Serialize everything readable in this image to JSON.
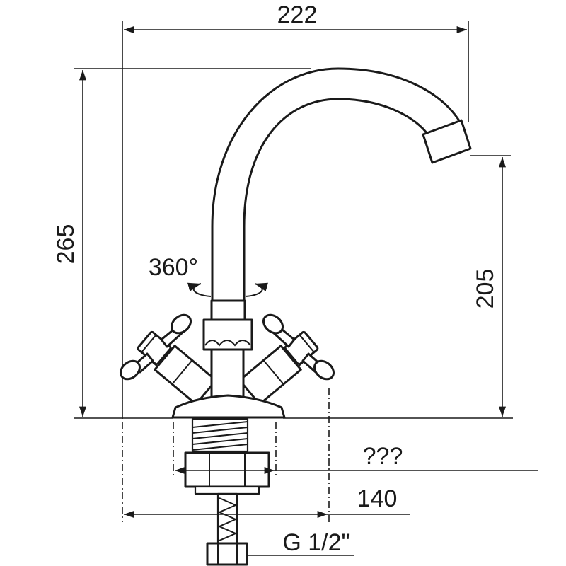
{
  "drawing": {
    "dimensions": {
      "overall_reach": "222",
      "overall_height": "265",
      "spout_height": "205",
      "rotation": "360°",
      "base_size": "???",
      "handle_span": "140",
      "connection_thread": "G 1/2\""
    },
    "colors": {
      "line": "#1a1a1a",
      "background": "#ffffff"
    }
  }
}
